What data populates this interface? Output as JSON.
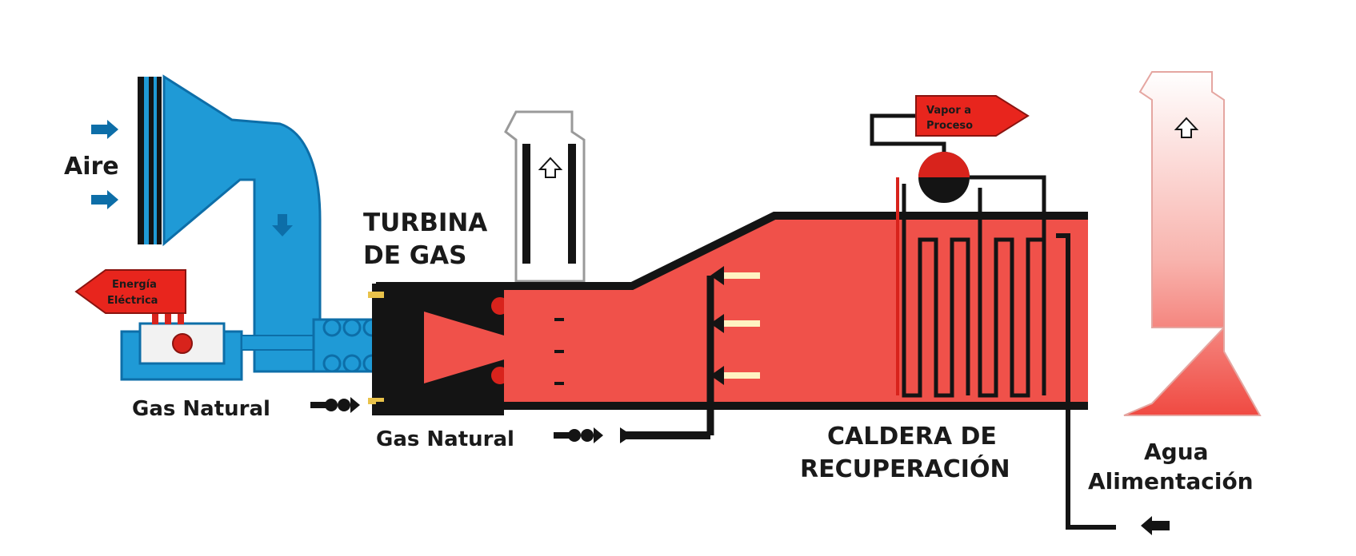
{
  "labels": {
    "aire": "Aire",
    "turbina_line1": "TURBINA",
    "turbina_line2": "DE GAS",
    "energia_line1": "Energía",
    "energia_line2": "Eléctrica",
    "gas_natural_left": "Gas Natural",
    "gas_natural_center": "Gas Natural",
    "vapor_line1": "Vapor a",
    "vapor_line2": "Proceso",
    "caldera_line1": "CALDERA DE",
    "caldera_line2": "RECUPERACIÓN",
    "agua_line1": "Agua",
    "agua_line2": "Alimentación"
  },
  "colors": {
    "air_blue": "#1f9ad6",
    "air_blue_dark": "#0d6ea8",
    "hot_red": "#f0514a",
    "red_dark": "#d8231c",
    "black": "#141414",
    "stack_pink": "#fbd9d6"
  },
  "icons": [
    "arrow-right-icon",
    "arrow-down-icon",
    "arrow-up-icon",
    "arrow-left-icon",
    "energy-arrow-icon",
    "vapor-arrow-icon"
  ]
}
